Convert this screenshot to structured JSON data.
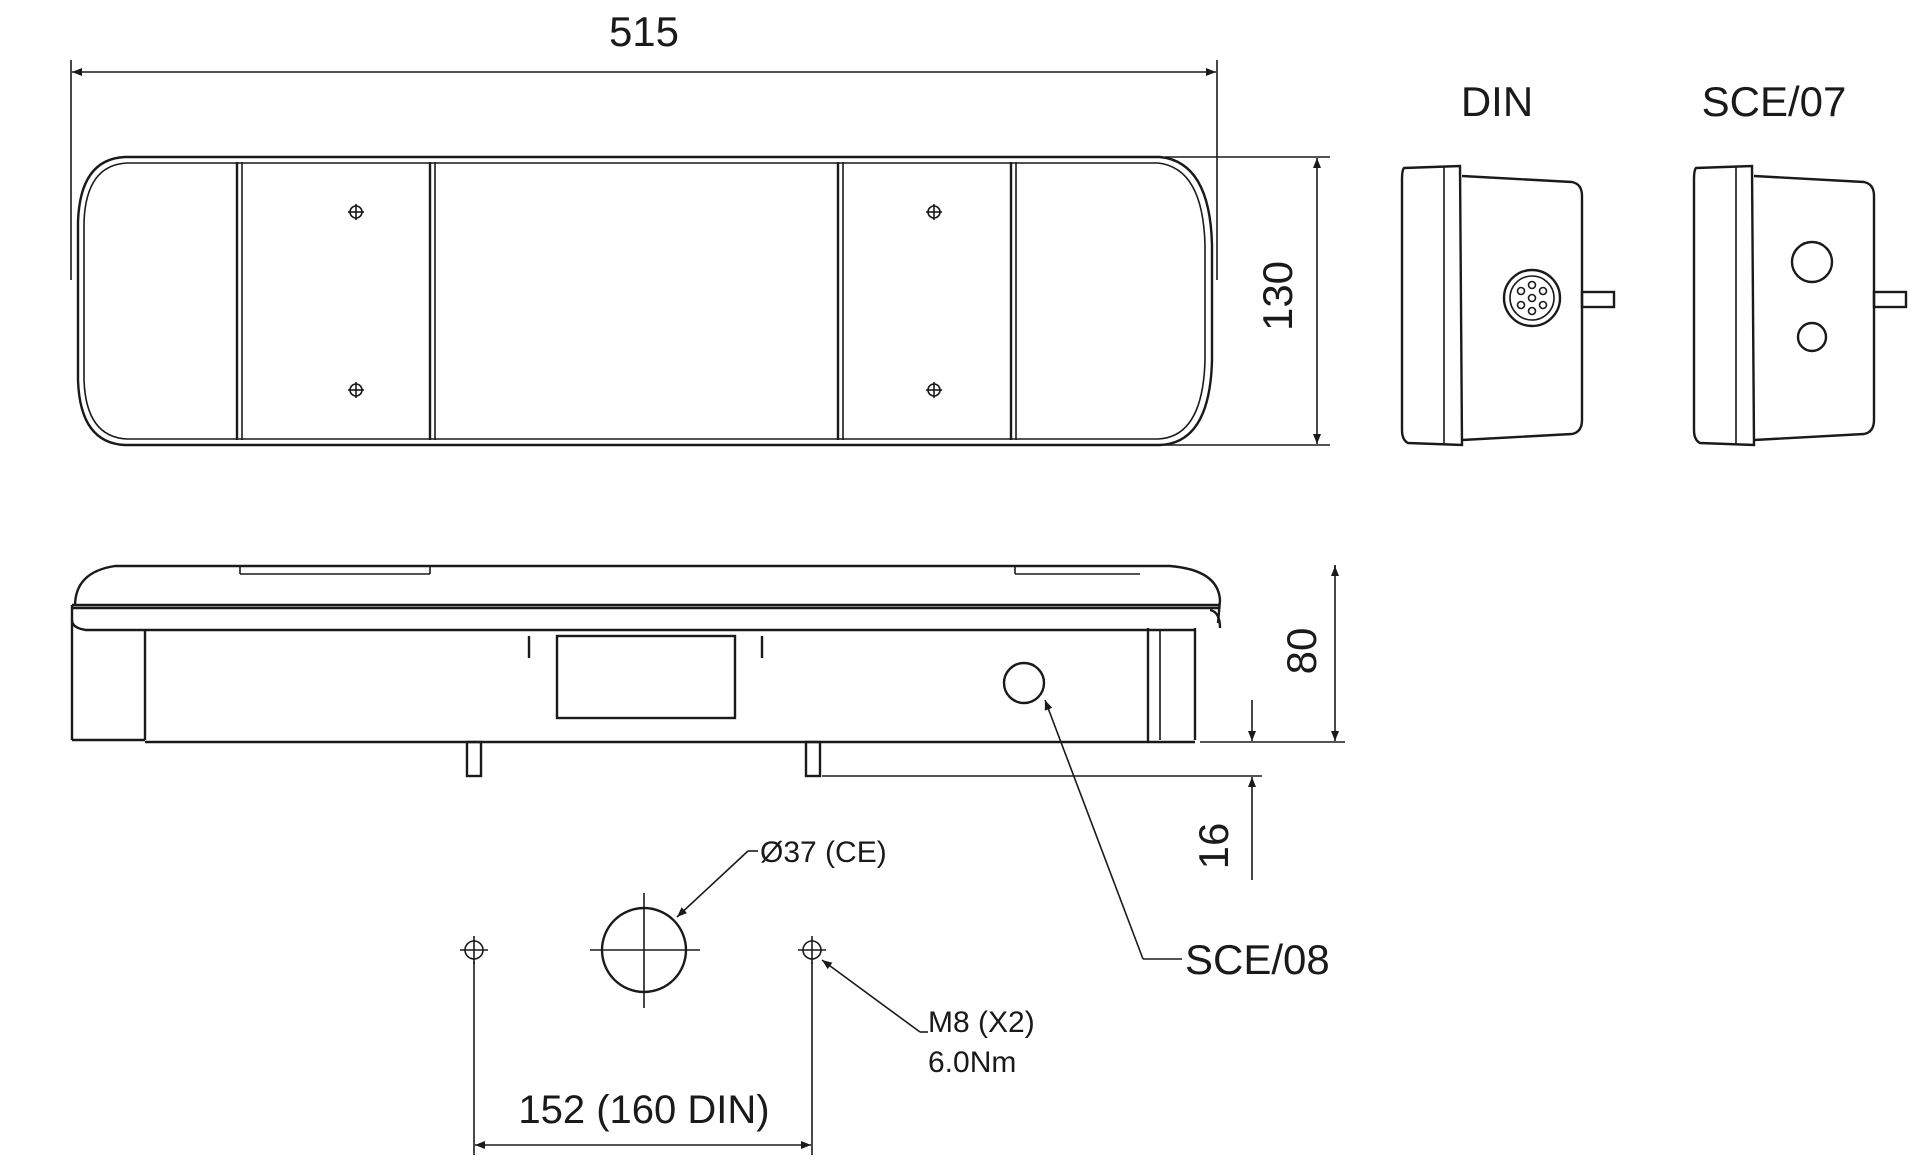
{
  "dimensions": {
    "length": "515",
    "height": "130",
    "depth": "80",
    "stud_length": "16",
    "stud_spacing": "152 (160 DIN)"
  },
  "side_views": {
    "din_title": "DIN",
    "sce07_title": "SCE/07"
  },
  "callouts": {
    "hole_diameter": "Ø37 (CE)",
    "connector": "SCE/08",
    "thread": "M8 (X2)",
    "torque": "6.0Nm"
  }
}
